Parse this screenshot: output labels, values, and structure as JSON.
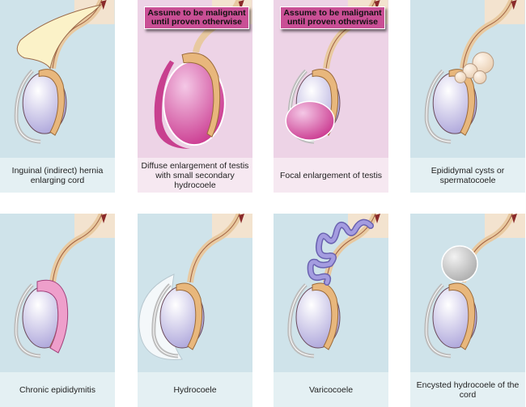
{
  "warning": "Assume to be malignant until proven otherwise",
  "panels": [
    {
      "caption": "Inguinal (indirect) hernia enlarging cord"
    },
    {
      "caption": "Diffuse enlargement of testis with small secondary hydrocoele"
    },
    {
      "caption": "Focal enlargement of testis"
    },
    {
      "caption": "Epididymal cysts or spermatocoele"
    },
    {
      "caption": "Chronic epididymitis"
    },
    {
      "caption": "Hydrocoele"
    },
    {
      "caption": "Varicocoele"
    },
    {
      "caption": "Encysted hydrocoele of the cord"
    }
  ],
  "colors": {
    "background": "#cfe3ea",
    "malignant_background": "#edd3e6",
    "testis": "#c9c4ea",
    "epididymis": "#e8b77c",
    "warning": "#c94f95"
  }
}
